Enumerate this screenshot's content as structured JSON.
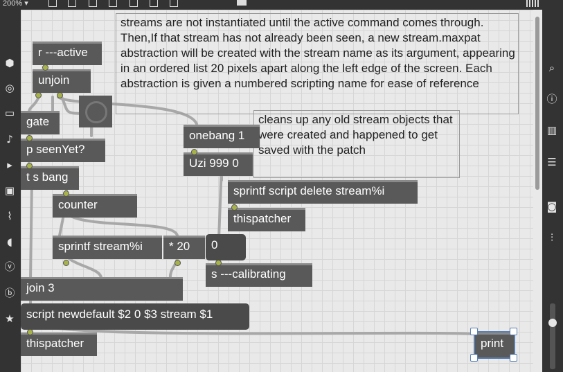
{
  "toolbar": {
    "zoom_label": "200%",
    "zoom_caret": "▾"
  },
  "left_sidebar": {
    "icons": [
      "package-icon",
      "target-icon",
      "keyboard-icon",
      "music-note-icon",
      "media-play-icon",
      "image-icon",
      "paperclip-icon",
      "plug-icon",
      "v-circle-icon",
      "b-circle-icon",
      "star-icon"
    ]
  },
  "right_sidebar": {
    "icons": [
      "search-icon",
      "info-icon",
      "book-icon",
      "list-icon",
      "camera-icon",
      "mixer-icon"
    ]
  },
  "comments": {
    "main": "streams are not instantiated until the active command comes through. Then,If that stream has not already been seen, a new stream.maxpat abstraction will be created with the stream name as its argument, appearing in an ordered list 20 pixels apart along the left edge of the screen. Each abstraction is given a numbered scripting name for ease of reference",
    "cleanup": "cleans up any old stream objects that were created and happened to get saved with the patch"
  },
  "objects": {
    "r_active": "r ---active",
    "unjoin": "unjoin",
    "gate": "gate",
    "p_seenyet": "p seenYet?",
    "t_s_bang": "t s bang",
    "counter": "counter",
    "sprintf_stream": "sprintf stream%i",
    "times_20": "* 20",
    "zero_message": "0",
    "join_3": "join 3",
    "script_newdefault": "script newdefault $2 0 $3 stream $1",
    "thispatcher_left": "thispatcher",
    "onebang": "onebang 1",
    "uzi": "Uzi 999 0",
    "sprintf_delete": "sprintf script delete stream%i",
    "thispatcher_right": "thispatcher",
    "s_calibrating": "s ---calibrating",
    "print": "print"
  },
  "colors": {
    "canvas": "#e9e9e9",
    "object_box": "#595959",
    "cord": "#a8a8a8",
    "outlet": "#a8b24a",
    "selection": "#5a7fb0"
  }
}
